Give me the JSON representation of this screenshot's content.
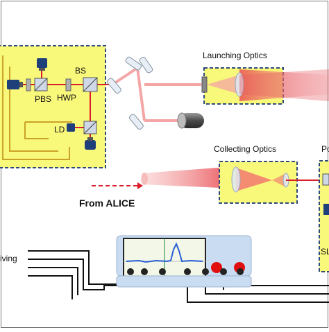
{
  "labels": {
    "bs": "BS",
    "pbs": "PBS",
    "hwp": "HWP",
    "ld": "LD",
    "launching_optics": "Launching Optics",
    "collecting_optics": "Collecting Optics",
    "from_alice": "From ALICE",
    "po_partial": "Po",
    "receiving_partial": "iving",
    "sl_partial": "SL"
  },
  "colors": {
    "panel_fill": "#f8f87a",
    "panel_border": "#2d4a7a",
    "laser_red": "#d91e2a",
    "beam_pink": "#f4a6a6",
    "wire": "#c9a227",
    "scope_body": "#c9dcf2",
    "scope_screen": "#f3f7e8",
    "trace": "#2a5fd6",
    "trace_peak": "#1a8a3a",
    "knob_red": "#e01010"
  },
  "icons": [
    "mirror-icon",
    "lens-icon",
    "camera-icon",
    "beam-splitter-icon",
    "detector-icon",
    "oscilloscope-icon"
  ]
}
